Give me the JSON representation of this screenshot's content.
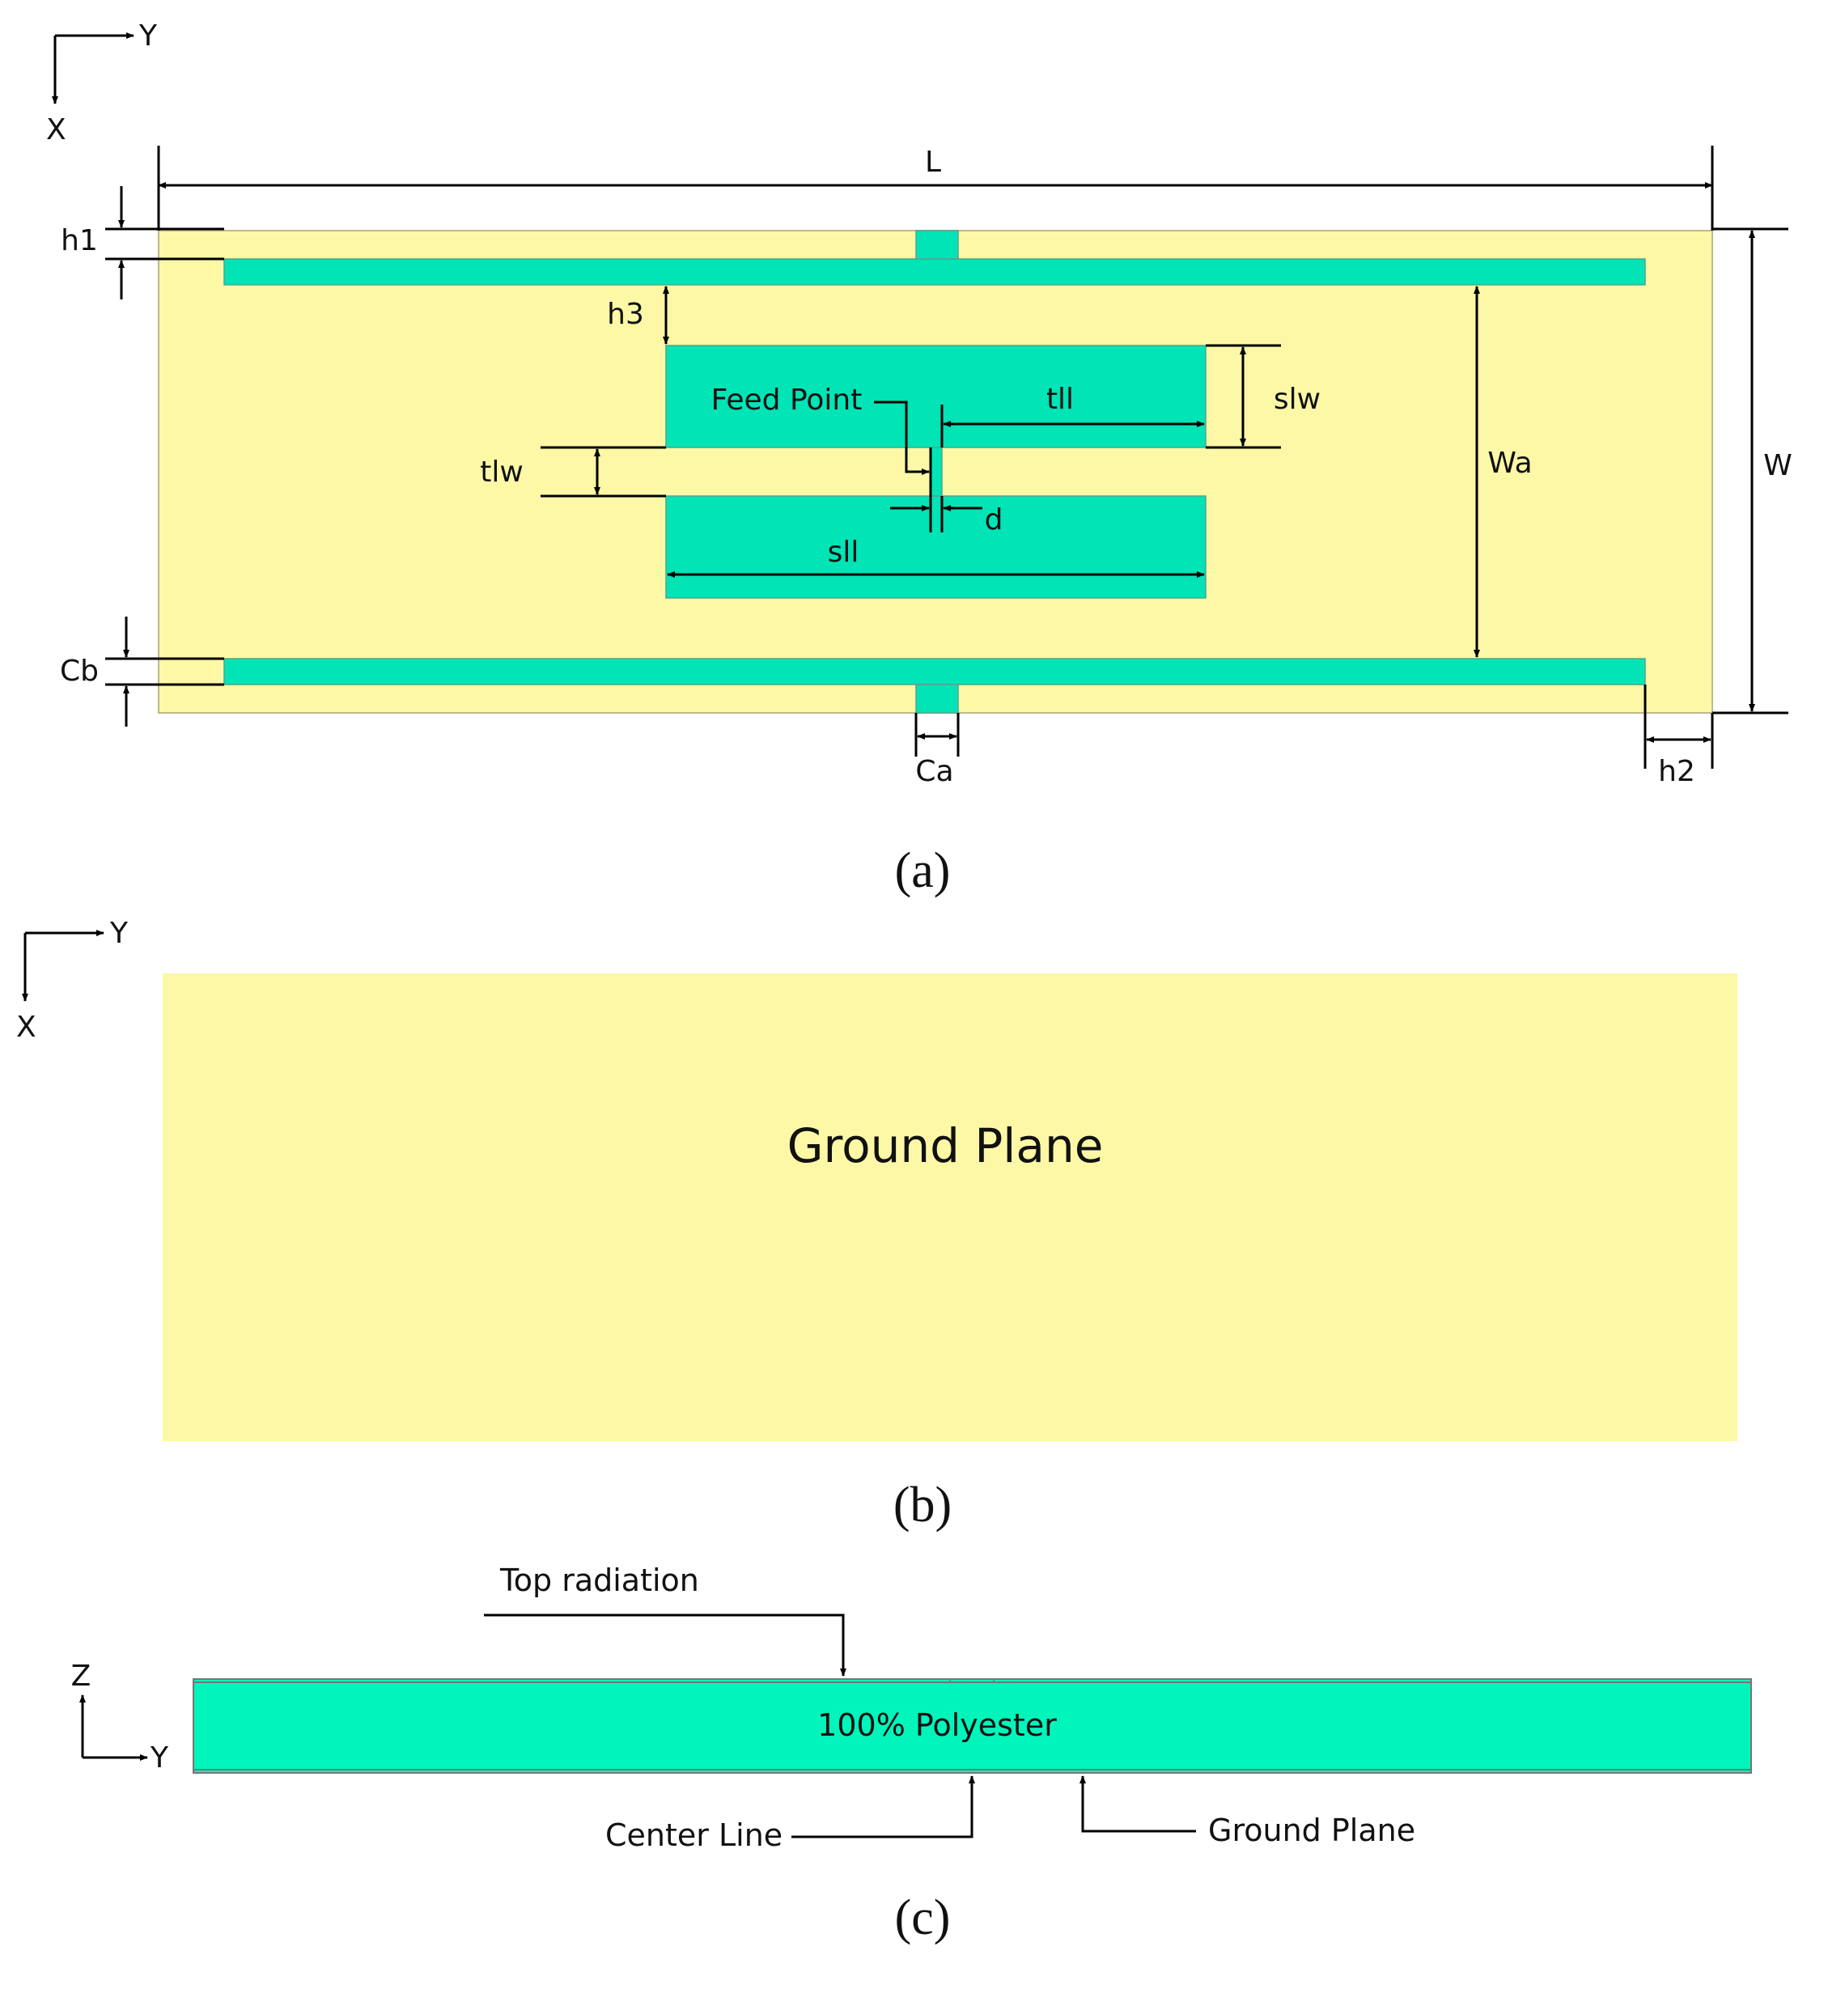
{
  "colors": {
    "substrate": "#fcf8a6",
    "conductor": "#00e4b6",
    "polyester": "#00f5bb",
    "line": "#000000"
  },
  "axes": {
    "a": {
      "horizontal": "Y",
      "vertical": "X"
    },
    "b": {
      "horizontal": "Y",
      "vertical": "X"
    },
    "c": {
      "horizontal": "Y",
      "vertical": "Z"
    }
  },
  "panel_a": {
    "dims": {
      "L": "L",
      "W": "W",
      "Wa": "Wa",
      "h1": "h1",
      "h2": "h2",
      "h3": "h3",
      "Ca": "Ca",
      "Cb": "Cb",
      "tll": "tll",
      "tlw": "tlw",
      "sll": "sll",
      "slw": "slw",
      "d": "d"
    },
    "feed_label": "Feed Point",
    "caption": "(a)"
  },
  "panel_b": {
    "label": "Ground Plane",
    "caption": "(b)"
  },
  "panel_c": {
    "substrate_label": "100% Polyester",
    "top_label": "Top radiation",
    "center_label": "Center Line",
    "ground_label": "Ground Plane",
    "caption": "(c)"
  }
}
